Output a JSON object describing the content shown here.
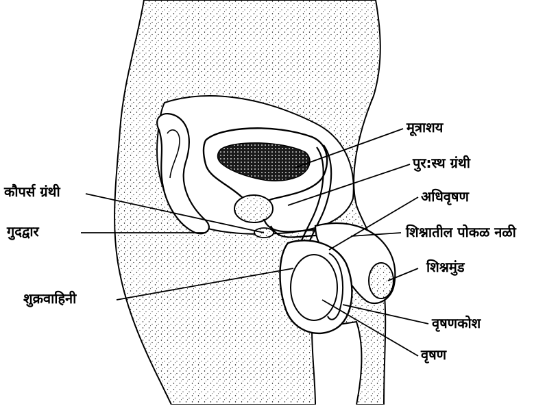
{
  "diagram": {
    "labels": {
      "bladder": "मूत्राशय",
      "prostate": "पुर:स्थ ग्रंथी",
      "epididymis": "अधिवृषण",
      "urethra": "शिश्नातील पोकळ नळी",
      "glans": "शिश्नमुंड",
      "scrotum": "वृषणकोश",
      "testis": "वृषण",
      "cowpers_gland": "कौपर्स ग्रंथी",
      "anus": "गुदद्वार",
      "vas_deferens": "शुक्रवाहिनी"
    },
    "colors": {
      "ink": "#000000",
      "paper": "#ffffff"
    }
  }
}
